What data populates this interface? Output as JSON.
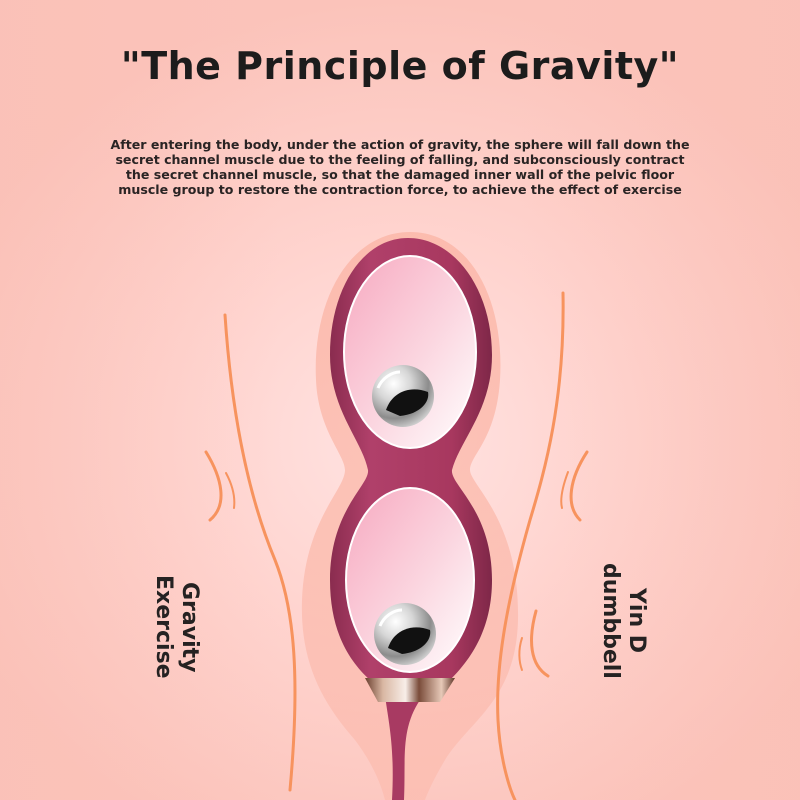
{
  "header": {
    "title": "\"The Principle of Gravity\"",
    "description": "After entering the body, under the action of gravity, the sphere will fall down the secret channel muscle due to the feeling of falling, and subconsciously contract the secret channel muscle, so that the damaged inner wall of the pelvic floor muscle group to restore the contraction force, to achieve the effect of exercise"
  },
  "labels": {
    "left": "Gravity Exercise",
    "right": "Yin D dumbbell"
  },
  "colors": {
    "background": "#ffd4cf",
    "body_outline": "#f7935e",
    "product_body": "#a83a62",
    "product_window": "#f6b5c6",
    "metal_ring": "#c9a08a",
    "text": "#1c1c1c"
  },
  "illustration": {
    "product": "kegel-ball-dumbbell",
    "spheres": 2
  }
}
